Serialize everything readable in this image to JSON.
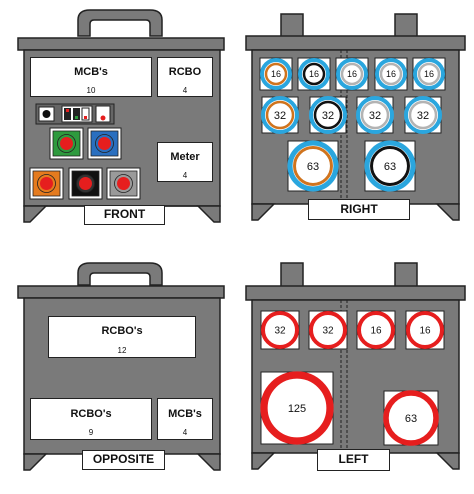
{
  "colors": {
    "housing": "#7a7a7a",
    "outline": "#222222",
    "blue_ring": "#2aa6de",
    "red_ring": "#e61e1e",
    "orange_ring": "#d0741e",
    "grey_ring": "#b3b3b3",
    "black_ring": "#111111"
  },
  "front": {
    "label": "FRONT",
    "mcb": {
      "title": "MCB's",
      "count": "10"
    },
    "rcbo": {
      "title": "RCBO",
      "count": "4"
    },
    "meter": {
      "title": "Meter",
      "count": "4"
    },
    "sockets": [
      {
        "color": "#2e9a3e",
        "icon": "socket-green"
      },
      {
        "color": "#2a6fbf",
        "icon": "socket-blue"
      },
      {
        "color": "#e57b1e",
        "icon": "socket-orange"
      },
      {
        "color": "#111111",
        "icon": "socket-black"
      },
      {
        "color": "#9a9a9a",
        "icon": "socket-grey"
      }
    ]
  },
  "right": {
    "label": "RIGHT",
    "row1": [
      "16",
      "16",
      "16",
      "16",
      "16"
    ],
    "row2": [
      "32",
      "32",
      "32",
      "32"
    ],
    "row3": [
      "63",
      "63"
    ]
  },
  "opposite": {
    "label": "OPPOSITE",
    "rcbo_top": {
      "title": "RCBO's",
      "count": "12"
    },
    "rcbo_bottom": {
      "title": "RCBO's",
      "count": "9"
    },
    "mcb": {
      "title": "MCB's",
      "count": "4"
    }
  },
  "left": {
    "label": "LEFT",
    "row1": [
      "32",
      "32",
      "16",
      "16"
    ],
    "large": [
      "125",
      "63"
    ]
  }
}
